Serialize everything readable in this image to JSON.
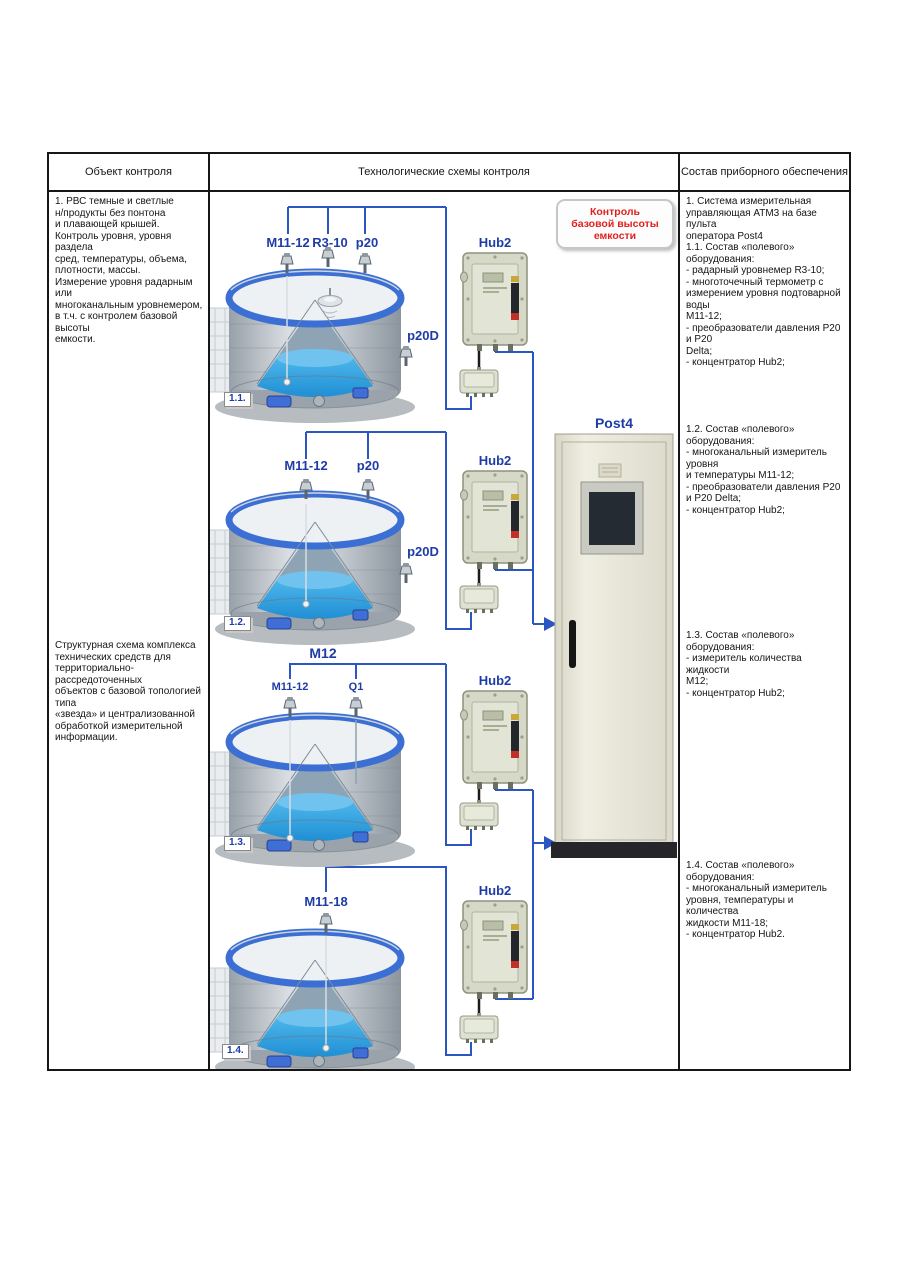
{
  "table": {
    "headers": {
      "col1": "Объект контроля",
      "col2": "Технологические схемы контроля",
      "col3": "Состав приборного обеспечения"
    }
  },
  "left": {
    "block1": "1. РВС темные и светлые\nн/продукты без понтона\nи плавающей крышей.\nКонтроль уровня, уровня раздела\nсред, температуры, объема,\nплотности, массы.\nИзмерение уровня радарным или\nмногоканальным уровнемером,\nв т.ч. с контролем базовой высоты\nемкости.",
    "block2": "Структурная схема комплекса\nтехнических средств для\nтерриториально-рассредоточенных\nобъектов с базовой топологией типа\n«звезда» и централизованной\nобработкой измерительной\nинформации."
  },
  "right": {
    "s1": "1. Система измерительная\nуправляющая АТМ3 на базе пульта\nоператора Post4\n1.1. Состав «полевого»\nоборудования:\n- радарный уровнемер R3-10;\n- многоточечный термометр с\nизмерением уровня подтоварной\nводы\nМ11-12;\n- преобразователи давления P20\nи P20\nDelta;\n- концентратор Hub2;",
    "s2": "1.2. Состав «полевого» оборудования:\n- многоканальный измеритель уровня\nи температуры М11-12;\n- преобразователи давления P20\nи P20 Delta;\n- концентратор Hub2;",
    "s3": "1.3. Состав «полевого»\nоборудования:\n- измеритель количества жидкости\nМ12;\n- концентратор Hub2;",
    "s4": "1.4. Состав «полевого»\nоборудования:\n- многоканальный измеритель\nуровня, температуры и количества\nжидкости М11-18;\n- концентратор Hub2."
  },
  "diagram": {
    "callout": "Контроль\nбазовой высоты\nемкости",
    "post": "Post4",
    "rows": [
      {
        "badge": "1.1.",
        "hub": "Hub2",
        "side": "p20D",
        "sensors": [
          "M11-12",
          "R3-10",
          "p20"
        ]
      },
      {
        "badge": "1.2.",
        "hub": "Hub2",
        "side": "p20D",
        "sensors": [
          "M11-12",
          "p20"
        ]
      },
      {
        "badge": "1.3.",
        "hub": "Hub2",
        "bracket": "M12",
        "sensors": [
          "M11-12",
          "Q1"
        ]
      },
      {
        "badge": "1.4.",
        "hub": "Hub2",
        "sensors": [
          "M11-18"
        ]
      }
    ]
  },
  "colors": {
    "label_blue": "#1e3ca8",
    "wire_blue": "#2b55c0",
    "callout_red": "#e21f1f",
    "tank_liquid": "#2f9fde",
    "cabinet_beige": "#e8e6d8"
  }
}
